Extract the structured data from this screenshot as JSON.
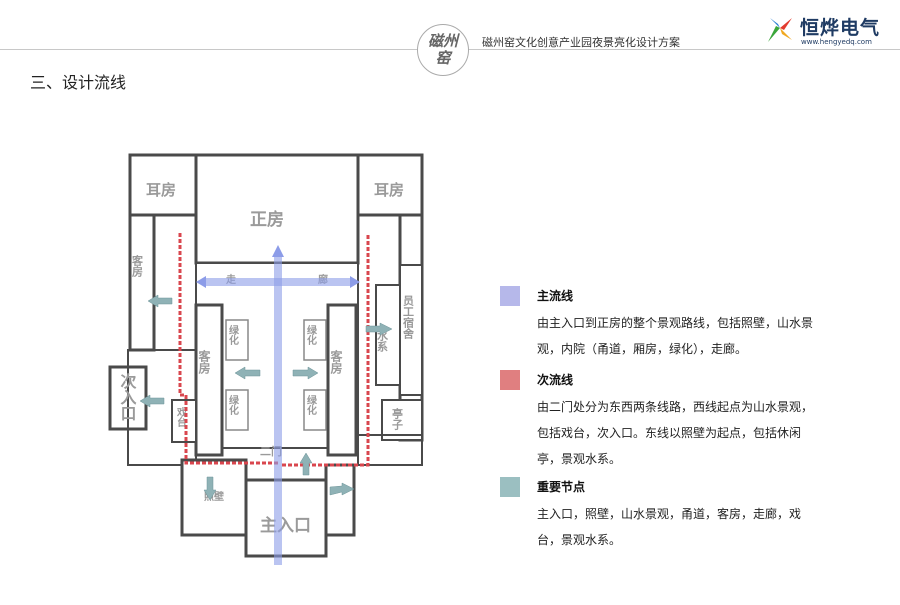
{
  "header": {
    "seal_text": "磁州窑",
    "project_title": "磁州窑文化创意产业园夜景亮化设计方案",
    "logo_name": "恒烨电气",
    "logo_url": "www.hengyedq.com"
  },
  "section_title": "三、设计流线",
  "plan": {
    "rooms": {
      "left_ear": "耳房",
      "right_ear": "耳房",
      "main_hall": "正房",
      "left_guest_outer": "客房",
      "left_guest_inner": "客房",
      "right_guest_inner": "客房",
      "green_1": "绿化",
      "green_2": "绿化",
      "green_3": "绿化",
      "green_4": "绿化",
      "secondary_entrance": "次入口",
      "stage": "戏台",
      "water_system": "水系",
      "staff_dorm": "员工宿舍",
      "pavilion": "亭子",
      "second_gate": "二门",
      "screen_wall": "照壁",
      "main_entrance": "主入口",
      "corridor_left": "走",
      "corridor_right": "廊"
    }
  },
  "legend": [
    {
      "title": "主流线",
      "color": "#b6b8ea",
      "description": "由主入口到正房的整个景观路线，包括照壁，山水景观，内院（甬道，厢房，绿化），走廊。"
    },
    {
      "title": "次流线",
      "color": "#e07f80",
      "description": "由二门处分为东西两条线路，西线起点为山水景观，包括戏台，次入口。东线以照壁为起点，包括休闲亭，景观水系。"
    },
    {
      "title": "重要节点",
      "color": "#9bbfc1",
      "description": "主入口，照壁，山水景观，甬道，客房，走廊，戏台，景观水系。"
    }
  ],
  "colors": {
    "wall": "#4a4a4a",
    "room_label": "#9a9a9a",
    "main_flow": "#8c9ce8",
    "secondary_flow": "#d9464e",
    "node_arrow": "#8fb2b6"
  }
}
